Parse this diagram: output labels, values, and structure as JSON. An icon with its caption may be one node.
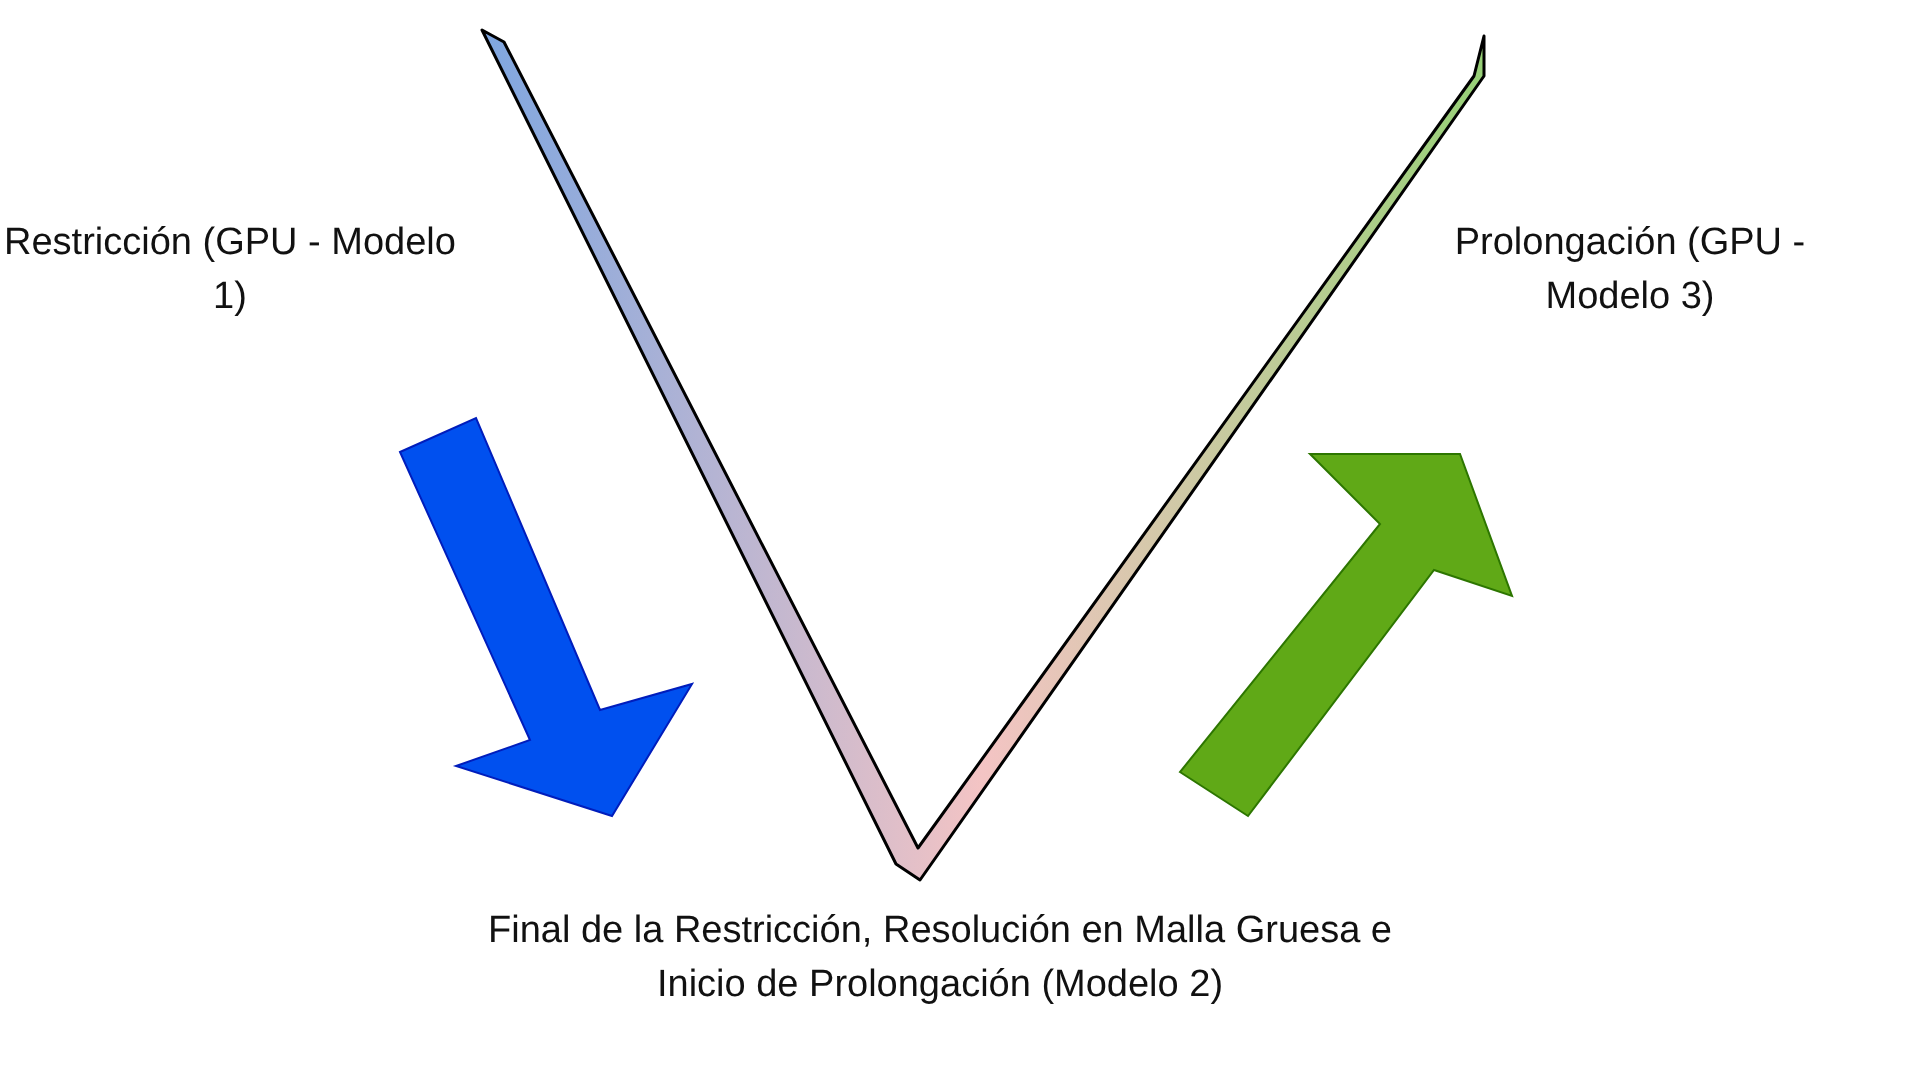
{
  "diagram": {
    "labels": [
      "Restricción (GPU - Modelo 1)",
      "Prolongación (GPU - Modelo 3)",
      "Final de la Restricción, Resolución en Malla Gruesa e Inicio de Prolongación (Modelo 2)"
    ]
  }
}
